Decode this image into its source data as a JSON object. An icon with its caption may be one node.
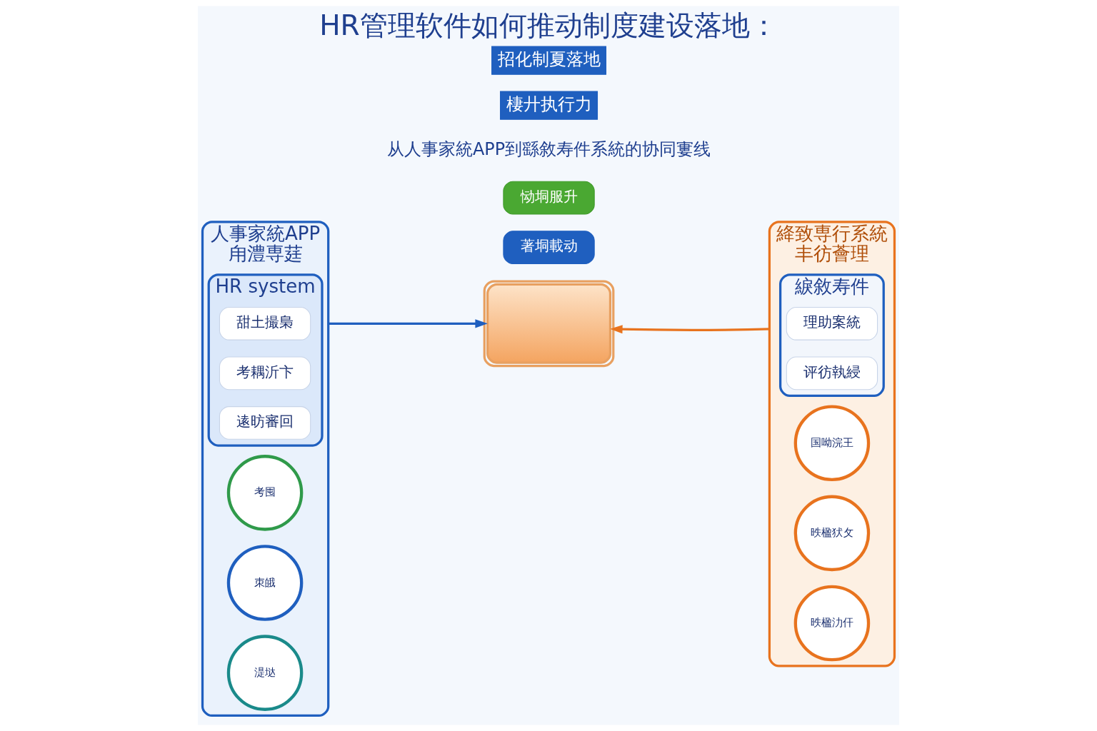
{
  "diagram": {
    "title": "HR管理软件如何推动制度建设落地：",
    "nodes": [
      {
        "text": [
          "人事家統APP",
          "甪澧専莛"
        ]
      },
      {
        "text": [
          "HR system"
        ],
        "in": 0
      },
      {
        "text": [
          "甜土撮梟"
        ],
        "in": 1
      },
      {
        "text": [
          "考耦沂卞"
        ],
        "in": 1
      },
      {
        "text": [
          "逺昉審回"
        ],
        "in": 1
      },
      {
        "text": [
          "考囤"
        ],
        "in": 0
      },
      {
        "text": [
          "朿皒"
        ],
        "in": 0
      },
      {
        "text": [
          "湜垯"
        ],
        "in": 0
      },
      {
        "text": [],
        "shape": "picture"
      },
      {
        "text": [
          "著垌載动"
        ]
      },
      {
        "text": [
          "恸垌服升"
        ]
      },
      {
        "text": [
          "絳致専行系統",
          "丰彷薈理"
        ]
      },
      {
        "text": [
          "綟敘寿件"
        ],
        "in": 11
      },
      {
        "text": [
          "理助案統"
        ],
        "in": 12
      },
      {
        "text": [
          "评彷執綅"
        ],
        "in": 12
      },
      {
        "text": [
          "国呦浣王"
        ],
        "in": 11
      },
      {
        "text": [
          "昳楹犾攵"
        ],
        "in": 11
      },
      {
        "text": [
          "昳楹氻仠"
        ],
        "in": 11
      }
    ],
    "edges": [
      {
        "from": 0,
        "to": 8,
        "arrow": "to",
        "color": "#1f5fbf"
      },
      {
        "from": 11,
        "to": 8,
        "arrow": "to",
        "color": "#e8731e"
      }
    ],
    "labels": [
      "从人事家統APP到繇敘寿件系統的协同寠线",
      "棲廾执行力",
      "招化制夏落地"
    ]
  }
}
